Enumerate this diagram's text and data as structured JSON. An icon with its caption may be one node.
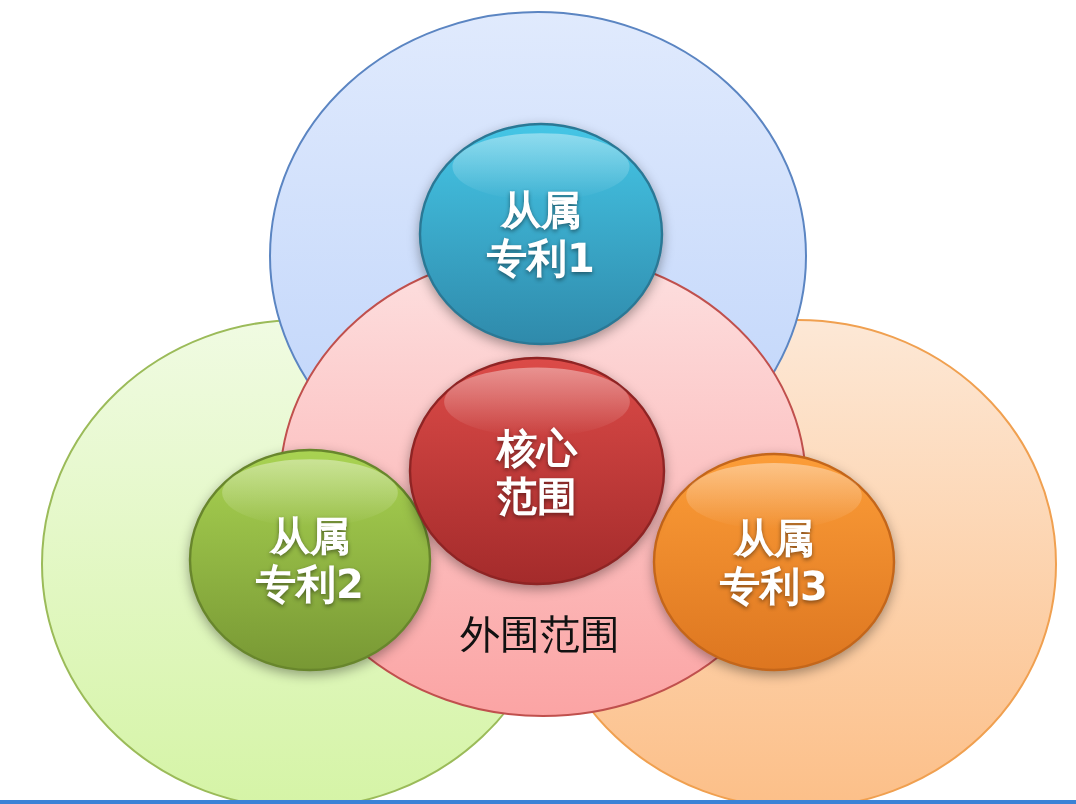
{
  "diagram": {
    "nodes": [
      {
        "text": [],
        "shape": "circle"
      },
      {
        "text": [],
        "shape": "circle"
      },
      {
        "text": [],
        "shape": "circle"
      },
      {
        "text": [
          "外围范围"
        ]
      },
      {
        "text": [
          "从属专利1"
        ],
        "in": 0
      },
      {
        "text": [
          "核心范围"
        ],
        "in": 3
      },
      {
        "text": [
          "从属专利2"
        ],
        "in": 1
      },
      {
        "text": [
          "从属专利3"
        ],
        "in": 2
      }
    ]
  }
}
